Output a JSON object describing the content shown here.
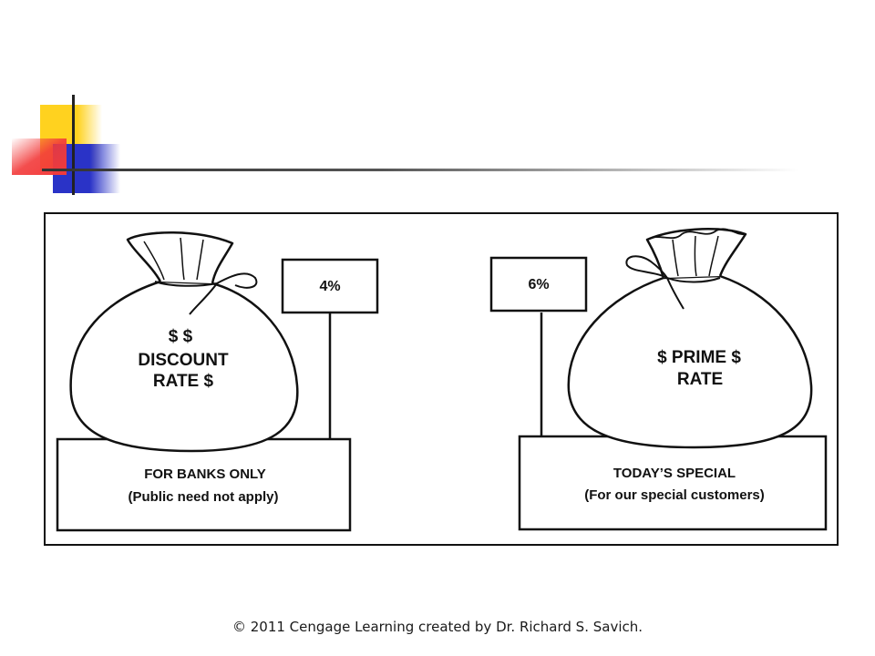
{
  "illustration": {
    "left": {
      "bag_line1": "$  $",
      "bag_line2": "DISCOUNT",
      "bag_line3": "RATE $",
      "sign_value": "4%",
      "base_line1": "FOR BANKS ONLY",
      "base_line2": "(Public need not apply)"
    },
    "right": {
      "bag_line1": "$  PRIME  $",
      "bag_line2": "RATE",
      "sign_value": "6%",
      "base_line1": "TODAY’S SPECIAL",
      "base_line2": "(For our special customers)"
    }
  },
  "footer": {
    "copyright": "© 2011 Cengage Learning created by Dr. Richard S. Savich."
  },
  "colors": {
    "accent_yellow": "#FFD21F",
    "accent_blue": "#2A33C7",
    "accent_red": "#F23A3A",
    "rule": "#333333"
  }
}
